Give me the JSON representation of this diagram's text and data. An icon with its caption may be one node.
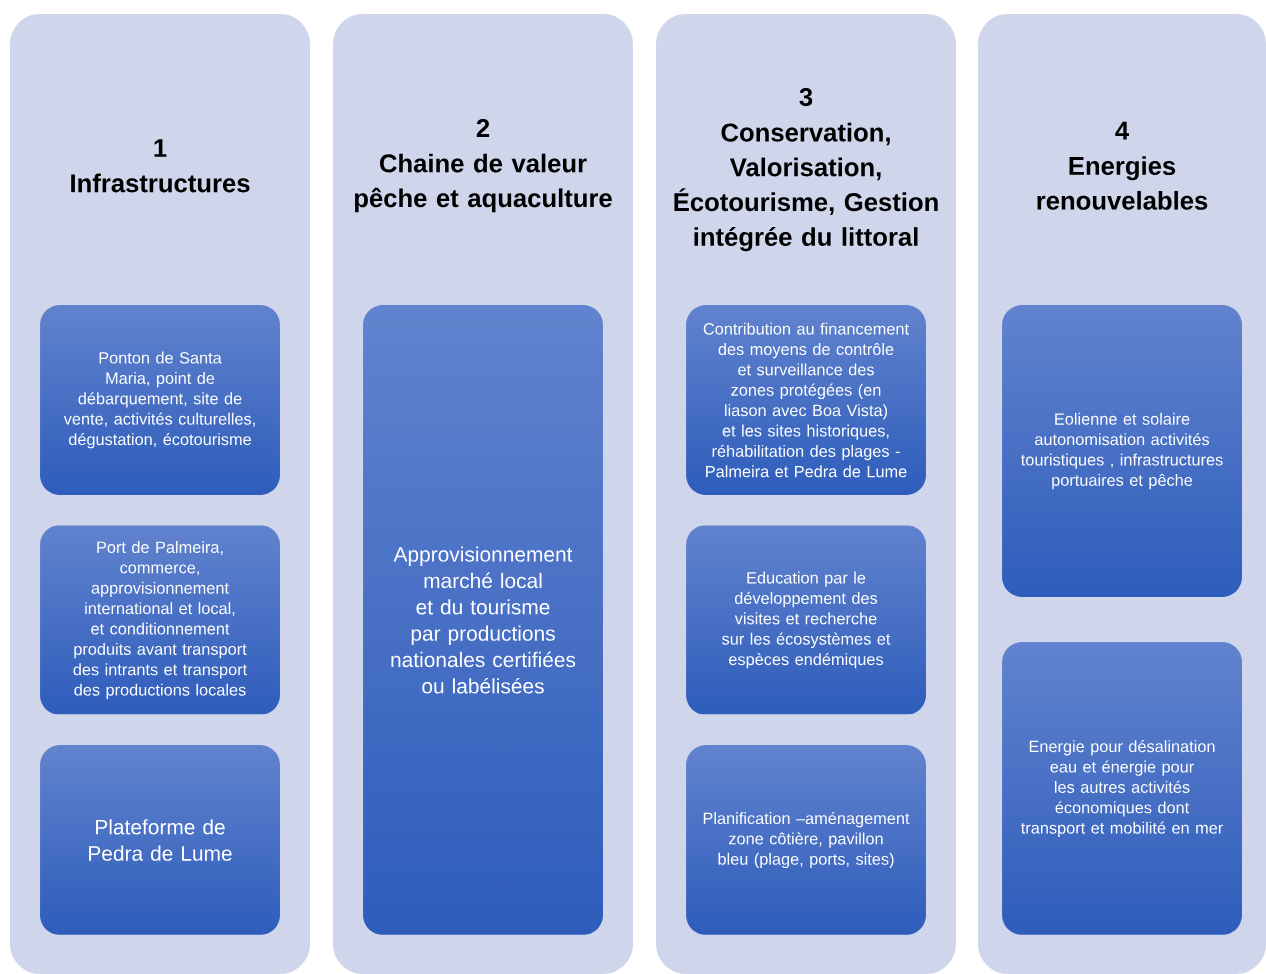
{
  "diagram": {
    "nodes": [
      {
        "text": [
          "1",
          "Infrastructures"
        ]
      },
      {
        "text": [
          "Ponton de Santa Maria, point de débarquement,  site de vente, activités culturelles, dégustation, écotourisme"
        ],
        "in": 0
      },
      {
        "text": [
          "Port de Palmeira, commerce, approvisionnement international et local, et conditionnement produits avant transport des intrants et transport des productions locales"
        ],
        "in": 0
      },
      {
        "text": [
          "Plateforme de Pedra de Lume"
        ],
        "in": 0
      },
      {
        "text": [
          "2",
          "Chaine de valeur pêche et aquaculture"
        ]
      },
      {
        "text": [
          "Approvisionnement marché local et du tourisme par productions nationales certifiées ou labélisées"
        ],
        "in": 4
      },
      {
        "text": [
          "3",
          "Conservation, Valorisation, Écotourisme, Gestion intégrée du littoral"
        ]
      },
      {
        "text": [
          "Contribution au financement des moyens de contrôle et surveillance des zones protégées (en liason avec Boa Vista) et les sites historiques, réhabilitation des plages - Palmeira et Pedra de Lume"
        ],
        "in": 6
      },
      {
        "text": [
          "Education par le développement des visites et recherche sur les écosystèmes et espèces endémiques"
        ],
        "in": 6
      },
      {
        "text": [
          "Planification –aménagement zone côtière, pavillon bleu (plage, ports, sites)"
        ],
        "in": 6
      },
      {
        "text": [
          "4",
          "Energies renouvelables"
        ]
      },
      {
        "text": [
          "Eolienne et solaire autonomisation activités touristiques , infrastructures portuaires et pêche"
        ],
        "in": 10
      },
      {
        "text": [
          "Energie pour désalination eau et énergie pour les autres activités économiques dont transport et mobilité en mer"
        ],
        "in": 10
      }
    ]
  }
}
